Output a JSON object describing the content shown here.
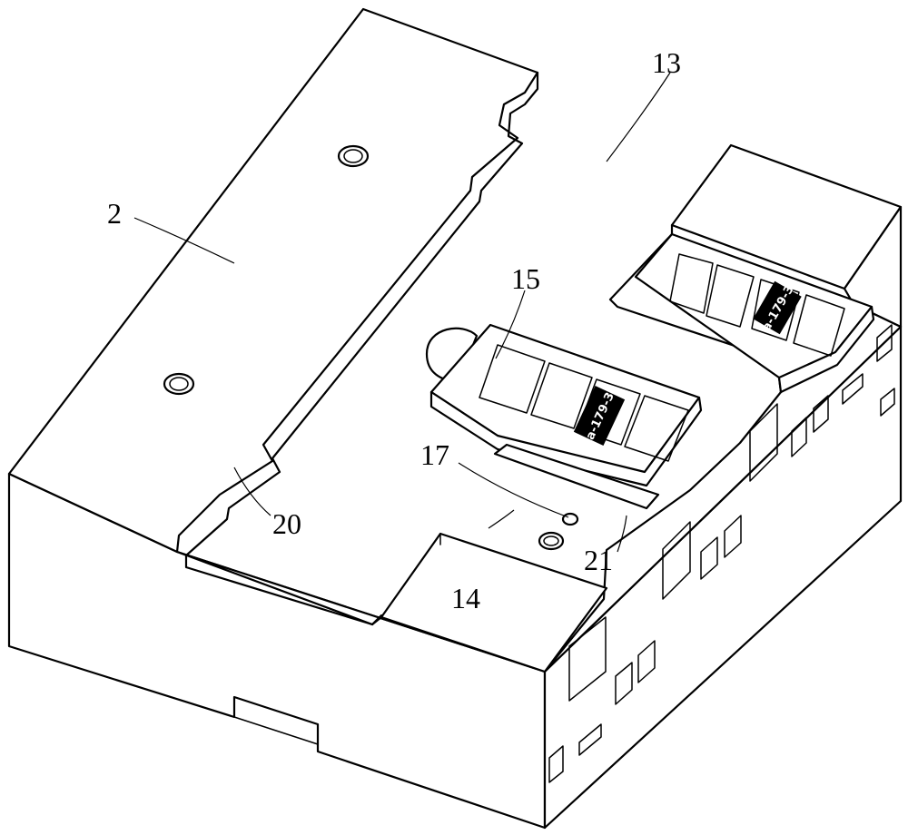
{
  "callouts": [
    {
      "id": "2",
      "text": "2"
    },
    {
      "id": "13",
      "text": "13"
    },
    {
      "id": "14",
      "text": "14"
    },
    {
      "id": "15",
      "text": "15"
    },
    {
      "id": "17",
      "text": "17"
    },
    {
      "id": "20",
      "text": "20"
    },
    {
      "id": "21",
      "text": "21"
    }
  ],
  "stamps": [
    {
      "id": "front-connector-stamp",
      "text": "a-179-3"
    },
    {
      "id": "rear-connector-stamp",
      "text": "a-179-3"
    }
  ]
}
